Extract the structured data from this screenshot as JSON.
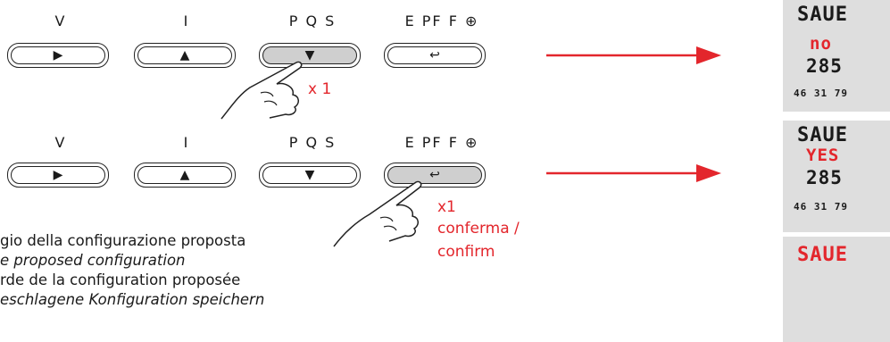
{
  "button_labels": [
    "V",
    "I",
    "P Q S",
    "E PF F ⊕"
  ],
  "clock_icon": "clock-icon",
  "press_1": "x 1",
  "press_2": "x1",
  "confirm_it": "conferma /",
  "confirm_en": "confirm",
  "captions": [
    "gio della configurazione proposta",
    "e proposed configuration",
    "rde de la configuration proposée",
    "eschlagene Konfiguration speichern"
  ],
  "displays": [
    {
      "line1": "SAUE",
      "line2": "no",
      "line3": "285",
      "line4": "46 31 79"
    },
    {
      "line1": "SAUE",
      "line2": "YES",
      "line3": "285",
      "line4": "46 31 79"
    },
    {
      "line1": "SAUE"
    }
  ],
  "colors": {
    "accent": "#e3262c",
    "lcd": "#dedede"
  }
}
